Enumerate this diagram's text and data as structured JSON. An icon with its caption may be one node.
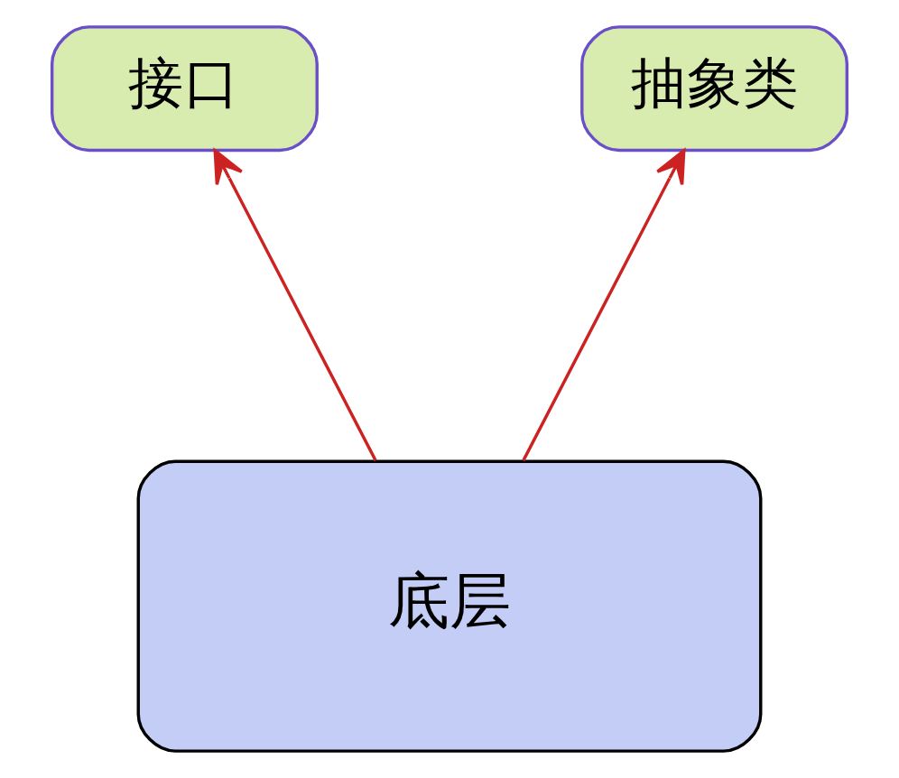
{
  "diagram": {
    "nodes": [
      {
        "text": [
          "接口"
        ]
      },
      {
        "text": [
          "抽象类"
        ]
      },
      {
        "text": [
          "底层"
        ]
      }
    ],
    "edges": [
      {
        "from": 2,
        "to": 0,
        "arrow": "to"
      },
      {
        "from": 2,
        "to": 1,
        "arrow": "to"
      }
    ]
  }
}
